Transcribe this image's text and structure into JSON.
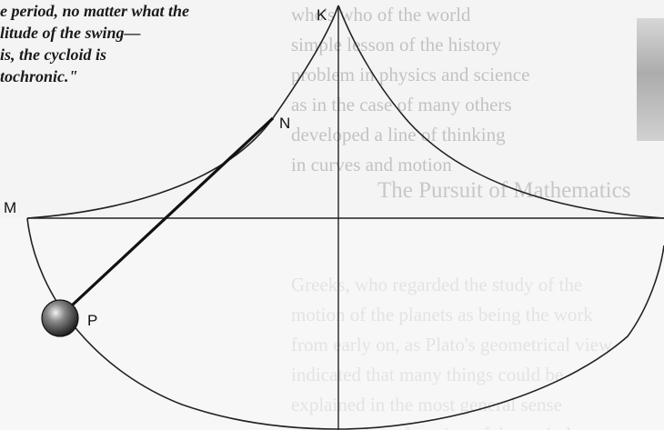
{
  "quote": {
    "lines": [
      "e period, no matter what the",
      "litude of the swing—",
      "is, the cycloid is",
      "tochronic.\""
    ]
  },
  "background": {
    "heading": "The Pursuit of Mathematics",
    "lines": [
      "who's who of the world",
      "simple lesson of the history",
      "problem in physics and science",
      "as in the case of many others",
      "developed a line of thinking",
      "in curves and motion",
      "",
      "",
      "",
      "Greeks, who regarded the study of the",
      "motion of the planets as being the work",
      "from early on, as Plato's geometrical view",
      "indicated that many things could be",
      "explained in the most general sense",
      "of the notion of motion of the period"
    ]
  },
  "diagram": {
    "labels": {
      "K": "K",
      "N": "N",
      "M": "M",
      "P": "P"
    }
  }
}
